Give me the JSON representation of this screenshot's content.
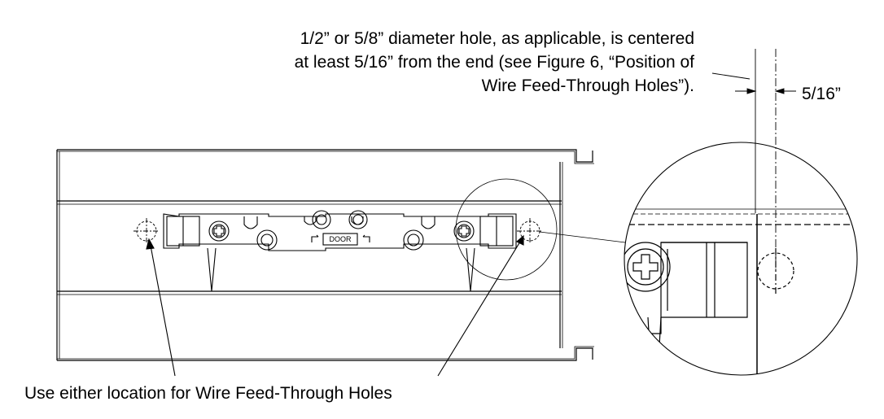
{
  "annotations": {
    "hole_note_lines": [
      "1/2” or 5/8” diameter hole, as applicable, is centered",
      "at least 5/16” from the end (see Figure 6, “Position of",
      "Wire Feed-Through Holes”)."
    ],
    "dimension_label": "5/16”",
    "location_note": "Use either location for Wire Feed-Through Holes",
    "strike_label": "DOOR"
  },
  "icons": {
    "strike_arrow_left": "door-swing-left-icon",
    "strike_arrow_right": "door-swing-right-icon",
    "screw": "phillips-screw-icon"
  },
  "colors": {
    "line": "#000000",
    "background": "#ffffff"
  }
}
